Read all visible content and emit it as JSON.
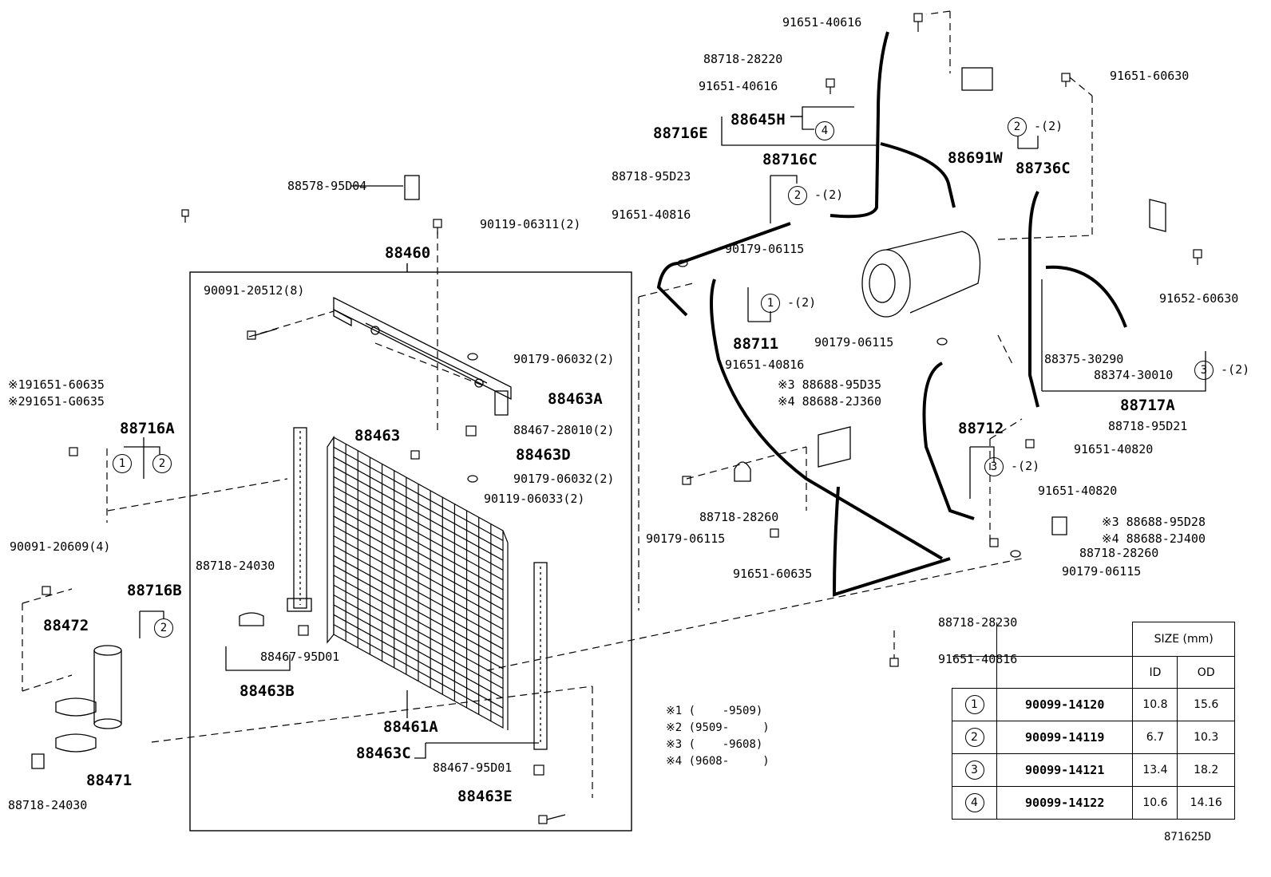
{
  "diagram_code": "871625D",
  "part_labels": {
    "p_91651_40616_top": "91651-40616",
    "p_88718_28220": "88718-28220",
    "p_91651_40616_b": "91651-40616",
    "p_88645H": "88645H",
    "p_88716E": "88716E",
    "p_88691W": "88691W",
    "p_91651_60630": "91651-60630",
    "p_88736C": "88736C",
    "p_88716C": "88716C",
    "p_88718_95D23": "88718-95D23",
    "p_91651_40816_a": "91651-40816",
    "p_88578_95D04": "88578-95D04",
    "p_90119_06311": "90119-06311(2)",
    "p_88460": "88460",
    "p_90179_06115_a": "90179-06115",
    "p_91652_60630": "91652-60630",
    "p_90091_20512": "90091-20512(8)",
    "p_88711": "88711",
    "p_90179_06032_a": "90179-06032(2)",
    "p_90179_06115_b": "90179-06115",
    "p_88375_30290": "88375-30290",
    "p_88374_30010": "88374-30010",
    "p_91651_40816_b": "91651-40816",
    "p_88688_95D35": "※3 88688-95D35",
    "p_88688_2J360": "※4 88688-2J360",
    "p_88463A": "88463A",
    "p_88717A": "88717A",
    "p_91651_60635_s1": "※191651-60635",
    "p_91651_G0635_s2": "※291651-G0635",
    "p_88716A": "88716A",
    "p_88463": "88463",
    "p_88467_28010": "88467-28010(2)",
    "p_88718_95D21": "88718-95D21",
    "p_88712": "88712",
    "p_88463D": "88463D",
    "p_91651_40820_a": "91651-40820",
    "p_90179_06032_b": "90179-06032(2)",
    "p_90119_06033": "90119-06033(2)",
    "p_91651_40820_b": "91651-40820",
    "p_88718_28260_a": "88718-28260",
    "p_88688_95D28": "※3 88688-95D28",
    "p_88688_2J400": "※4 88688-2J400",
    "p_90091_20609": "90091-20609(4)",
    "p_90179_06115_c": "90179-06115",
    "p_88718_28260_b": "88718-28260",
    "p_90179_06115_d": "90179-06115",
    "p_91651_60635": "91651-60635",
    "p_88718_24030_a": "88718-24030",
    "p_88716B": "88716B",
    "p_88472": "88472",
    "p_88718_28230": "88718-28230",
    "p_88467_95D01_a": "88467-95D01",
    "p_91651_40816_c": "91651-40816",
    "p_88463B": "88463B",
    "p_88461A": "88461A",
    "p_88463C": "88463C",
    "p_88467_95D01_b": "88467-95D01",
    "p_88471": "88471",
    "p_88463E": "88463E",
    "p_88718_24030_b": "88718-24030"
  },
  "circle_refs": {
    "c1": "1",
    "c2": "2",
    "c3": "3",
    "c4": "4",
    "qty2": "-(2)"
  },
  "notes": [
    "※1 (    -9509)",
    "※2 (9509-     )",
    "※3 (    -9608)",
    "※4 (9608-     )"
  ],
  "size_table": {
    "header": "SIZE (mm)",
    "col_id": "ID",
    "col_od": "OD",
    "rows": [
      {
        "ref": "1",
        "part": "90099-14120",
        "id": "10.8",
        "od": "15.6"
      },
      {
        "ref": "2",
        "part": "90099-14119",
        "id": "6.7",
        "od": "10.3"
      },
      {
        "ref": "3",
        "part": "90099-14121",
        "id": "13.4",
        "od": "18.2"
      },
      {
        "ref": "4",
        "part": "90099-14122",
        "id": "10.6",
        "od": "14.16"
      }
    ]
  }
}
